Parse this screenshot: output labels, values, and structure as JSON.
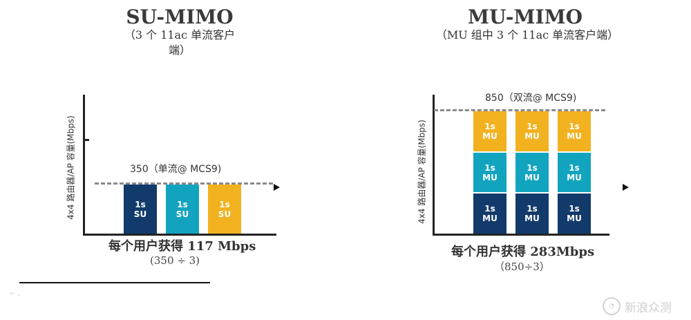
{
  "su": {
    "title": "SU-MIMO",
    "subtitle_line1": "（3 个 11ac 单流客户",
    "subtitle_line2": "端）",
    "ylabel": "4x4 路由器/AP 容量(Mbps)",
    "capacity_label": "350（单流@ MCS9)",
    "bars": [
      {
        "text": "1s\nSU",
        "color": "#123a6b"
      },
      {
        "text": "1s\nSU",
        "color": "#12a4bf"
      },
      {
        "text": "1s\nSU",
        "color": "#f2b11f"
      }
    ],
    "caption_prefix": "每个用户获得 ",
    "caption_rate": "117 Mbps",
    "calc": "(350 ÷ 3)"
  },
  "mu": {
    "title": "MU-MIMO",
    "subtitle": "（MU 组中 3 个 11ac 单流客户端）",
    "ylabel": "4x4 路由器/AP 容量(Mbps)",
    "capacity_label": "850（双流@ MCS9)",
    "segment_colors": {
      "top": "#f2b11f",
      "mid": "#12a4bf",
      "bottom": "#123a6b"
    },
    "segment_text": "1s\nMU",
    "bars": 3,
    "caption_prefix": "每个用户获得 ",
    "caption_rate": "283Mbps",
    "calc": "（850÷3）"
  },
  "watermark": {
    "text": "新浪众测"
  }
}
